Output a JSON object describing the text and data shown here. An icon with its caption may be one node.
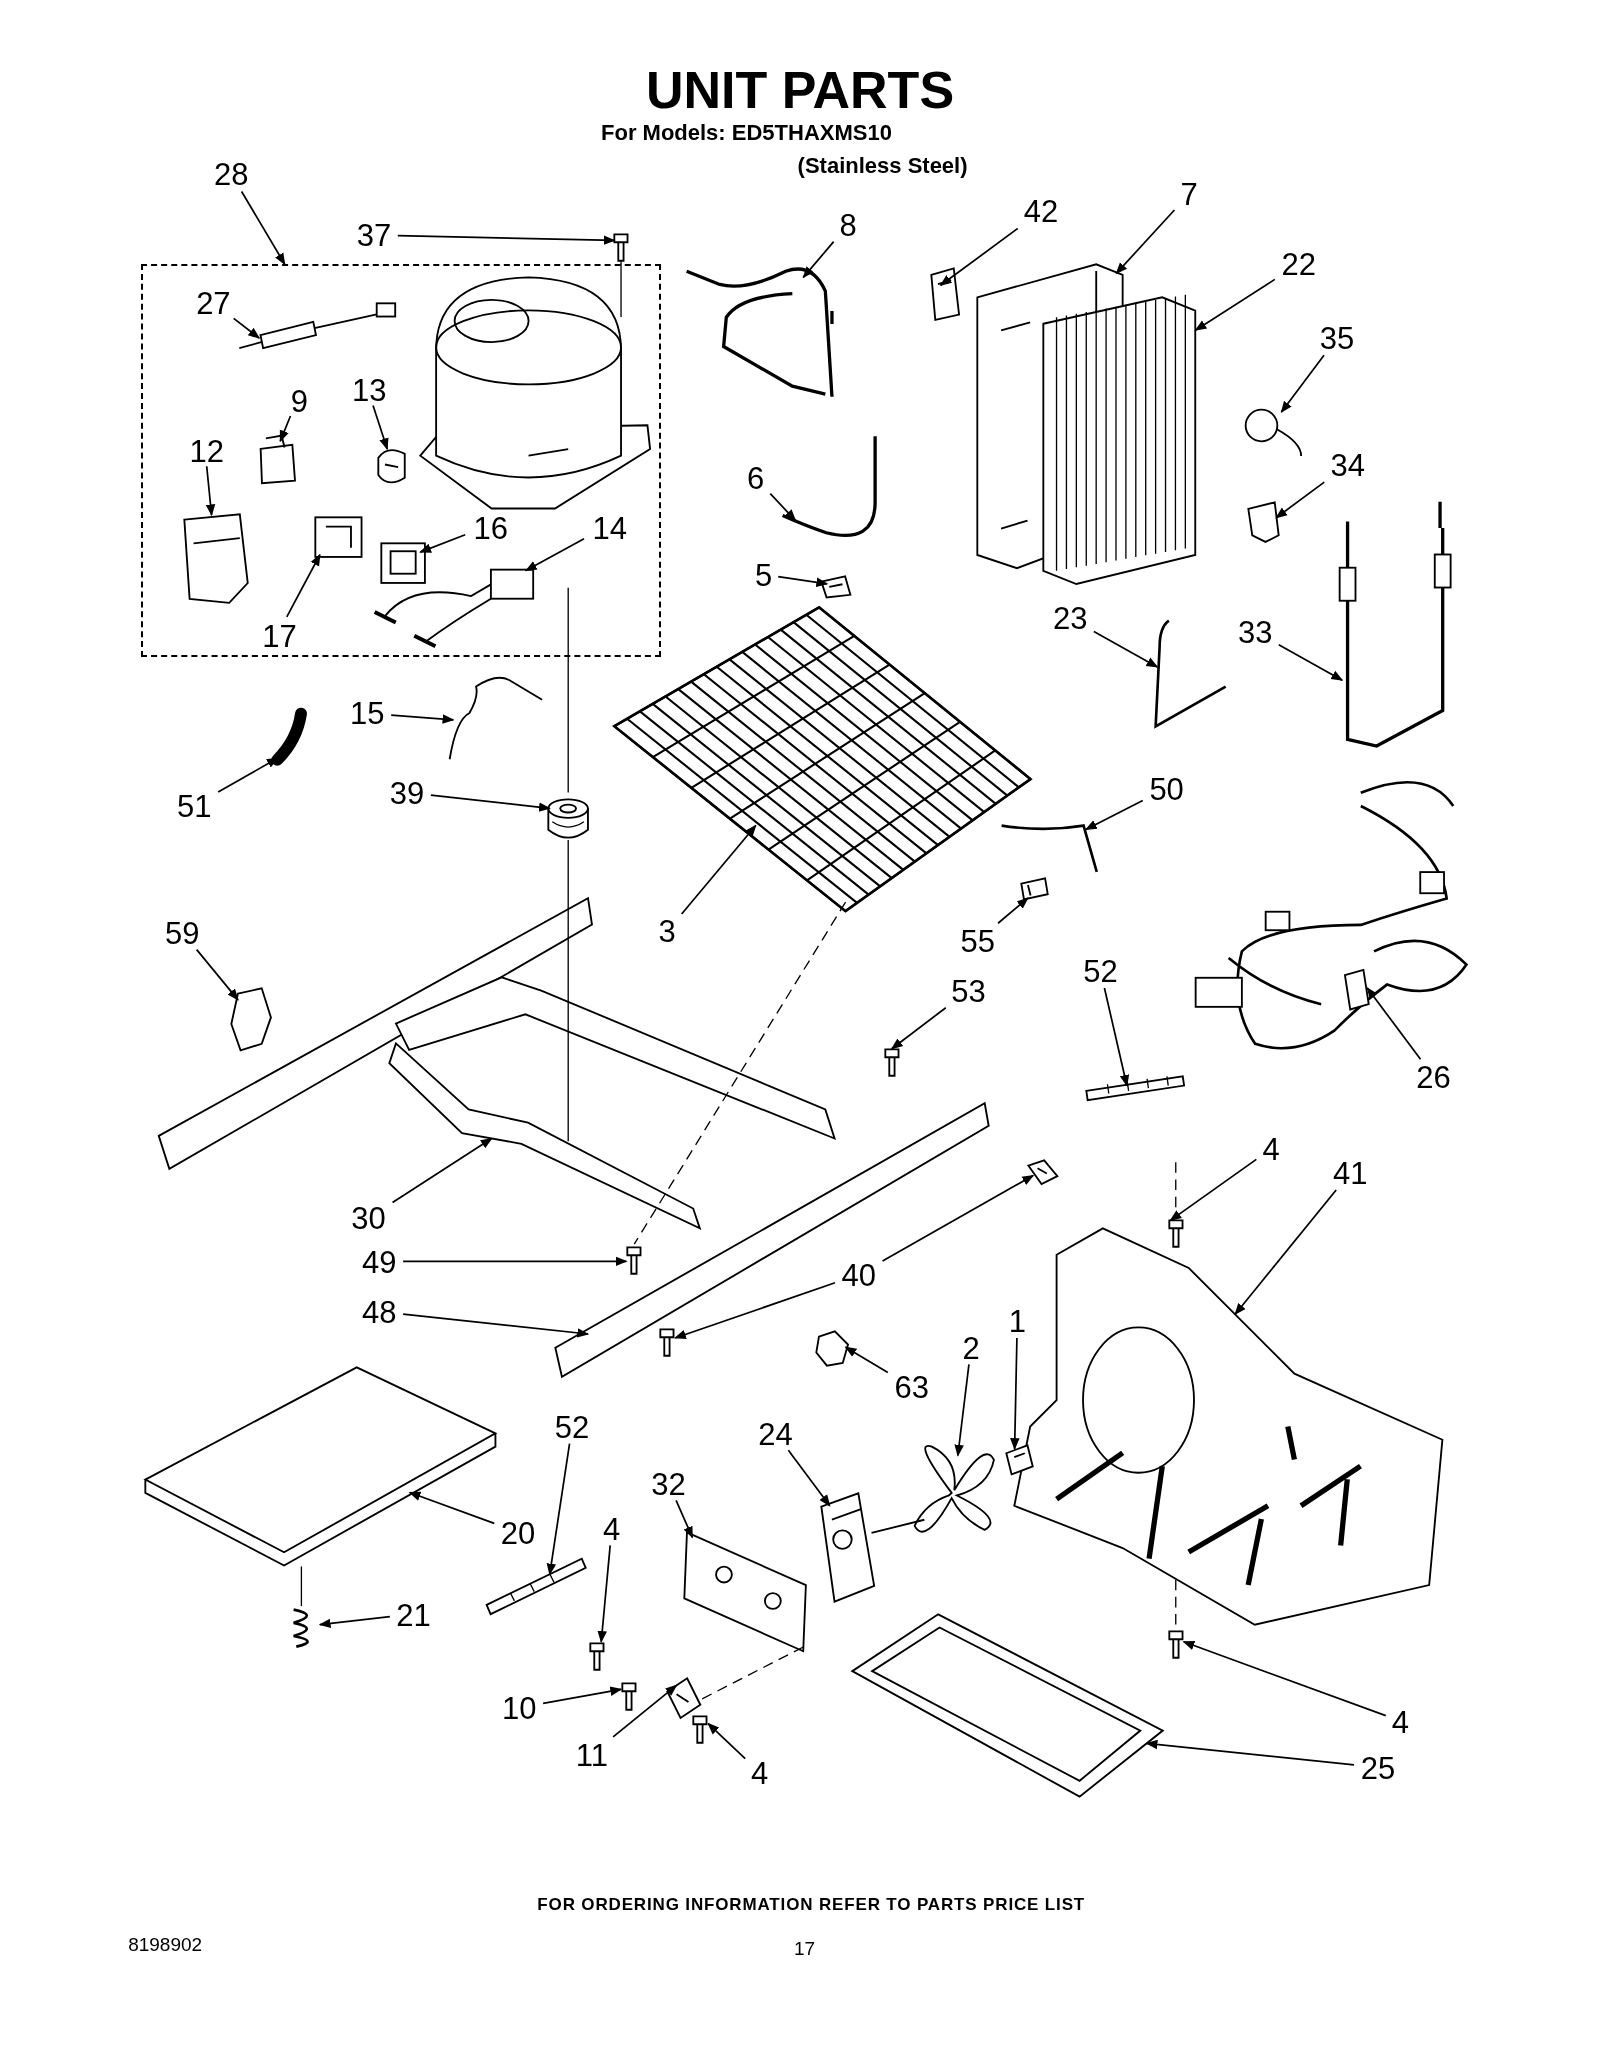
{
  "diagram": {
    "title": "UNIT PARTS",
    "nodes": [
      {
        "text": [],
        "shape": "box"
      },
      {
        "text": [
          "28"
        ]
      },
      {
        "text": [
          "7"
        ]
      },
      {
        "text": [
          "42"
        ]
      },
      {
        "text": [
          "8"
        ]
      },
      {
        "text": [
          "37"
        ]
      },
      {
        "text": [
          "22"
        ]
      },
      {
        "text": [
          "27"
        ],
        "in": 0
      },
      {
        "text": [
          "35"
        ]
      },
      {
        "text": [
          "13"
        ],
        "in": 0
      },
      {
        "text": [
          "9"
        ],
        "in": 0
      },
      {
        "text": [
          "12"
        ],
        "in": 0
      },
      {
        "text": [
          "34"
        ]
      },
      {
        "text": [
          "6"
        ]
      },
      {
        "text": [
          "16"
        ],
        "in": 0
      },
      {
        "text": [
          "14"
        ],
        "in": 0
      },
      {
        "text": [
          "5"
        ]
      },
      {
        "text": [
          "23"
        ]
      },
      {
        "text": [
          "33"
        ]
      },
      {
        "text": [
          "17"
        ],
        "in": 0
      },
      {
        "text": [
          "15"
        ]
      },
      {
        "text": [
          "50"
        ]
      },
      {
        "text": [
          "39"
        ]
      },
      {
        "text": [
          "51"
        ]
      },
      {
        "text": [
          "55"
        ]
      },
      {
        "text": [
          "3"
        ]
      },
      {
        "text": [
          "59"
        ]
      },
      {
        "text": [
          "52"
        ]
      },
      {
        "text": [
          "53"
        ]
      },
      {
        "text": [
          "26"
        ]
      },
      {
        "text": [
          "4"
        ]
      },
      {
        "text": [
          "41"
        ]
      },
      {
        "text": [
          "30"
        ]
      },
      {
        "text": [
          "49"
        ]
      },
      {
        "text": [
          "40"
        ]
      },
      {
        "text": [
          "48"
        ]
      },
      {
        "text": [
          "1"
        ]
      },
      {
        "text": [
          "2"
        ]
      },
      {
        "text": [
          "63"
        ]
      },
      {
        "text": [
          "52"
        ]
      },
      {
        "text": [
          "24"
        ]
      },
      {
        "text": [
          "32"
        ]
      },
      {
        "text": [
          "4"
        ]
      },
      {
        "text": [
          "20"
        ]
      },
      {
        "text": [
          "21"
        ]
      },
      {
        "text": [
          "10"
        ]
      },
      {
        "text": [
          "4"
        ]
      },
      {
        "text": [
          "11"
        ]
      },
      {
        "text": [
          "25"
        ]
      },
      {
        "text": [
          "4"
        ]
      },
      {
        "text": [],
        "shape": "picture"
      },
      {
        "text": [],
        "shape": "picture"
      },
      {
        "text": [],
        "shape": "picture"
      },
      {
        "text": [],
        "shape": "picture"
      },
      {
        "text": [],
        "shape": "picture"
      },
      {
        "text": [],
        "shape": "picture",
        "in": 0
      },
      {
        "text": [],
        "shape": "picture"
      },
      {
        "text": [],
        "shape": "picture",
        "in": 0
      },
      {
        "text": [],
        "shape": "picture",
        "in": 0
      },
      {
        "text": [],
        "shape": "picture",
        "in": 0
      },
      {
        "text": [],
        "shape": "picture"
      },
      {
        "text": [],
        "shape": "picture"
      },
      {
        "text": [],
        "shape": "picture",
        "in": 0
      },
      {
        "text": [],
        "shape": "picture",
        "in": 0
      },
      {
        "text": [],
        "shape": "picture"
      },
      {
        "text": [],
        "shape": "picture"
      },
      {
        "text": [],
        "shape": "picture"
      },
      {
        "text": [],
        "shape": "picture",
        "in": 0
      },
      {
        "text": [],
        "shape": "picture"
      },
      {
        "text": [],
        "shape": "picture"
      },
      {
        "text": [],
        "shape": "picture"
      },
      {
        "text": [],
        "shape": "picture"
      },
      {
        "text": [],
        "shape": "picture"
      },
      {
        "text": [],
        "shape": "picture"
      },
      {
        "text": [],
        "shape": "picture"
      },
      {
        "text": [],
        "shape": "picture"
      },
      {
        "text": [],
        "shape": "picture"
      },
      {
        "text": [],
        "shape": "picture"
      },
      {
        "text": [],
        "shape": "picture"
      },
      {
        "text": [],
        "shape": "picture"
      },
      {
        "text": [],
        "shape": "picture"
      },
      {
        "text": [],
        "shape": "picture"
      },
      {
        "text": [],
        "shape": "picture"
      },
      {
        "text": [],
        "shape": "picture"
      },
      {
        "text": [],
        "shape": "picture"
      },
      {
        "text": [],
        "shape": "picture"
      },
      {
        "text": [],
        "shape": "picture"
      },
      {
        "text": [],
        "shape": "picture"
      },
      {
        "text": [],
        "shape": "picture"
      },
      {
        "text": [],
        "shape": "picture"
      },
      {
        "text": [],
        "shape": "picture"
      },
      {
        "text": [],
        "shape": "picture"
      },
      {
        "text": [],
        "shape": "picture"
      },
      {
        "text": [],
        "shape": "picture"
      },
      {
        "text": [],
        "shape": "picture"
      },
      {
        "text": [],
        "shape": "picture"
      },
      {
        "text": [],
        "shape": "picture"
      },
      {
        "text": [],
        "shape": "picture"
      },
      {
        "text": [],
        "shape": "picture"
      }
    ],
    "edges": [
      {
        "from": 1,
        "to": 0,
        "arrow": "to"
      },
      {
        "from": 2,
        "to": 50,
        "arrow": "to"
      },
      {
        "from": 3,
        "to": 51,
        "arrow": "to"
      },
      {
        "from": 4,
        "to": 52,
        "arrow": "to"
      },
      {
        "from": 5,
        "to": 53,
        "arrow": "to"
      },
      {
        "from": 6,
        "to": 54,
        "arrow": "to"
      },
      {
        "from": 7,
        "to": 55,
        "arrow": "to"
      },
      {
        "from": 8,
        "to": 56,
        "arrow": "to"
      },
      {
        "from": 9,
        "to": 57,
        "arrow": "to"
      },
      {
        "from": 10,
        "to": 58,
        "arrow": "to"
      },
      {
        "from": 11,
        "to": 59,
        "arrow": "to"
      },
      {
        "from": 12,
        "to": 60,
        "arrow": "to"
      },
      {
        "from": 13,
        "to": 61,
        "arrow": "to"
      },
      {
        "from": 14,
        "to": 62,
        "arrow": "to"
      },
      {
        "from": 15,
        "to": 63,
        "arrow": "to"
      },
      {
        "from": 16,
        "to": 64,
        "arrow": "to"
      },
      {
        "from": 17,
        "to": 65,
        "arrow": "to"
      },
      {
        "from": 18,
        "to": 66,
        "arrow": "to"
      },
      {
        "from": 19,
        "to": 67,
        "arrow": "to"
      },
      {
        "from": 20,
        "to": 68,
        "arrow": "to"
      },
      {
        "from": 21,
        "to": 69,
        "arrow": "to"
      },
      {
        "from": 22,
        "to": 70,
        "arrow": "to"
      },
      {
        "from": 23,
        "to": 71,
        "arrow": "to"
      },
      {
        "from": 24,
        "to": 72,
        "arrow": "to"
      },
      {
        "from": 25,
        "to": 73,
        "arrow": "to"
      },
      {
        "from": 26,
        "to": 74,
        "arrow": "to"
      },
      {
        "from": 27,
        "to": 75,
        "arrow": "to"
      },
      {
        "from": 28,
        "to": 76,
        "arrow": "to"
      },
      {
        "from": 29,
        "to": 77,
        "arrow": "to"
      },
      {
        "from": 30,
        "to": 78,
        "arrow": "to"
      },
      {
        "from": 31,
        "to": 79,
        "arrow": "to"
      },
      {
        "from": 32,
        "to": 80,
        "arrow": "to"
      },
      {
        "from": 33,
        "to": 81,
        "arrow": "to"
      },
      {
        "from": 34,
        "to": 82,
        "arrow": "to"
      },
      {
        "from": 35,
        "to": 83,
        "arrow": "to"
      },
      {
        "from": 36,
        "to": 84,
        "arrow": "to"
      },
      {
        "from": 37,
        "to": 85,
        "arrow": "to"
      },
      {
        "from": 38,
        "to": 86,
        "arrow": "to"
      },
      {
        "from": 39,
        "to": 87,
        "arrow": "to"
      },
      {
        "from": 40,
        "to": 88,
        "arrow": "to"
      },
      {
        "from": 41,
        "to": 89,
        "arrow": "to"
      },
      {
        "from": 42,
        "to": 90,
        "arrow": "to"
      },
      {
        "from": 43,
        "to": 91,
        "arrow": "to"
      },
      {
        "from": 44,
        "to": 92,
        "arrow": "to"
      },
      {
        "from": 45,
        "to": 93,
        "arrow": "to"
      },
      {
        "from": 46,
        "to": 94,
        "arrow": "to"
      },
      {
        "from": 47,
        "to": 95,
        "arrow": "to"
      },
      {
        "from": 48,
        "to": 96,
        "arrow": "to"
      },
      {
        "from": 49,
        "to": 97,
        "arrow": "to"
      },
      {
        "from": 34,
        "to": 98,
        "arrow": "to"
      },
      {
        "from": 70,
        "to": 80,
        "arrow": "none"
      },
      {
        "from": 73,
        "to": 81,
        "arrow": "none",
        "style": "dashed"
      },
      {
        "from": 89,
        "to": 95,
        "arrow": "none",
        "style": "dashed"
      },
      {
        "from": 91,
        "to": 92,
        "arrow": "none"
      },
      {
        "from": 79,
        "to": 94,
        "arrow": "none",
        "style": "dashed"
      }
    ],
    "labels": [
      "For Models: ED5THAXMS10",
      "(Stainless Steel)",
      "FOR ORDERING INFORMATION REFER TO PARTS PRICE LIST",
      "8198902",
      "17"
    ]
  }
}
